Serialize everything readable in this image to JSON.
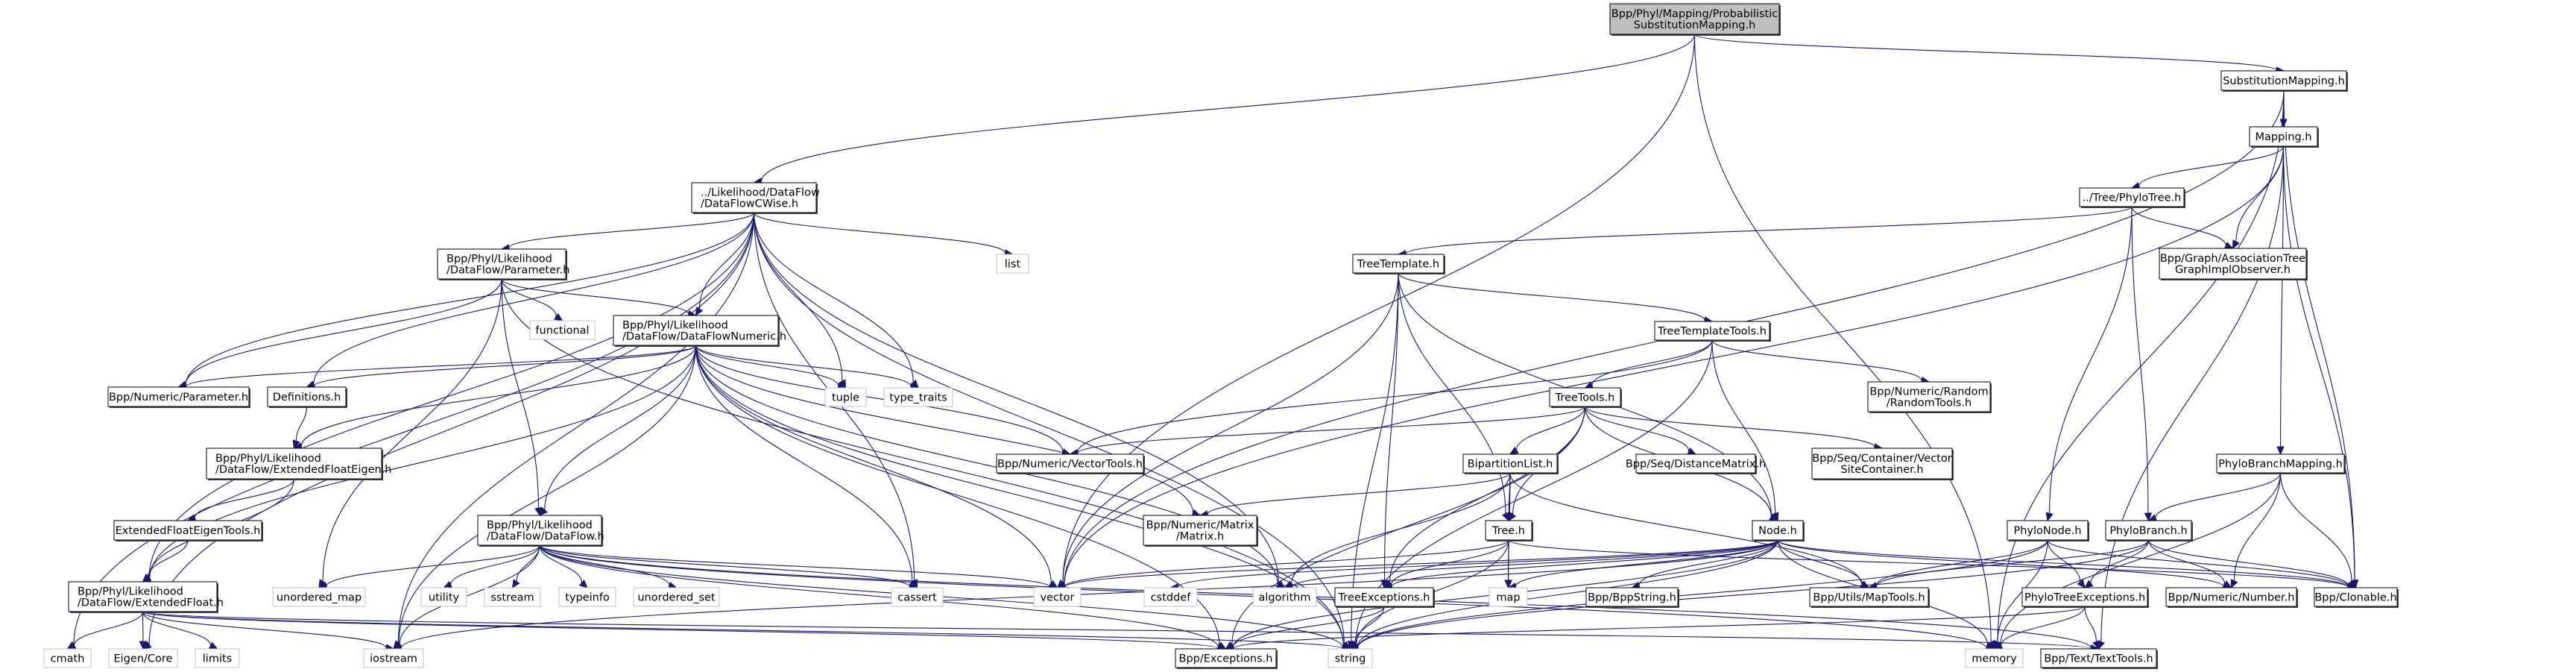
{
  "graph": {
    "title": "Include dependency graph for ProbabilisticSubstitutionMapping.h",
    "edge_color": "#191970",
    "focus_fill": "#bfbfbf",
    "system_border": "#bfbfbf",
    "nodes": [
      {
        "id": "psm",
        "lines": [
          "Bpp/Phyl/Mapping/Probabilistic",
          "SubstitutionMapping.h"
        ],
        "kind": "focus"
      },
      {
        "id": "dfcwise",
        "lines": [
          "../Likelihood/DataFlow",
          "/DataFlowCWise.h"
        ],
        "kind": "local"
      },
      {
        "id": "submap",
        "lines": [
          "SubstitutionMapping.h"
        ],
        "kind": "local"
      },
      {
        "id": "mapping",
        "lines": [
          "Mapping.h"
        ],
        "kind": "local"
      },
      {
        "id": "phylotree",
        "lines": [
          "../Tree/PhyloTree.h"
        ],
        "kind": "local"
      },
      {
        "id": "assoc",
        "lines": [
          "Bpp/Graph/AssociationTree",
          "GraphImplObserver.h"
        ],
        "kind": "local"
      },
      {
        "id": "treetemplate",
        "lines": [
          "TreeTemplate.h"
        ],
        "kind": "local"
      },
      {
        "id": "ttt",
        "lines": [
          "TreeTemplateTools.h"
        ],
        "kind": "local"
      },
      {
        "id": "random",
        "lines": [
          "Bpp/Numeric/Random",
          "/RandomTools.h"
        ],
        "kind": "local"
      },
      {
        "id": "treetools",
        "lines": [
          "TreeTools.h"
        ],
        "kind": "local"
      },
      {
        "id": "bipart",
        "lines": [
          "BipartitionList.h"
        ],
        "kind": "local"
      },
      {
        "id": "distmat",
        "lines": [
          "Bpp/Seq/DistanceMatrix.h"
        ],
        "kind": "local"
      },
      {
        "id": "vsc",
        "lines": [
          "Bpp/Seq/Container/Vector",
          "SiteContainer.h"
        ],
        "kind": "local"
      },
      {
        "id": "phylobm",
        "lines": [
          "PhyloBranchMapping.h"
        ],
        "kind": "local"
      },
      {
        "id": "param_df",
        "lines": [
          "Bpp/Phyl/Likelihood",
          "/DataFlow/Parameter.h"
        ],
        "kind": "local"
      },
      {
        "id": "list",
        "lines": [
          "list"
        ],
        "kind": "system"
      },
      {
        "id": "functional",
        "lines": [
          "functional"
        ],
        "kind": "system"
      },
      {
        "id": "dfnum",
        "lines": [
          "Bpp/Phyl/Likelihood",
          "/DataFlow/DataFlowNumeric.h"
        ],
        "kind": "local"
      },
      {
        "id": "param_num",
        "lines": [
          "Bpp/Numeric/Parameter.h"
        ],
        "kind": "local"
      },
      {
        "id": "defs",
        "lines": [
          "Definitions.h"
        ],
        "kind": "local"
      },
      {
        "id": "tuple",
        "lines": [
          "tuple"
        ],
        "kind": "system"
      },
      {
        "id": "type_traits",
        "lines": [
          "type_traits"
        ],
        "kind": "system"
      },
      {
        "id": "vectortools",
        "lines": [
          "Bpp/Numeric/VectorTools.h"
        ],
        "kind": "local"
      },
      {
        "id": "efe",
        "lines": [
          "Bpp/Phyl/Likelihood",
          "/DataFlow/ExtendedFloatEigen.h"
        ],
        "kind": "local"
      },
      {
        "id": "efet",
        "lines": [
          "ExtendedFloatEigenTools.h"
        ],
        "kind": "local"
      },
      {
        "id": "dataflow",
        "lines": [
          "Bpp/Phyl/Likelihood",
          "/DataFlow/DataFlow.h"
        ],
        "kind": "local"
      },
      {
        "id": "matrix",
        "lines": [
          "Bpp/Numeric/Matrix",
          "/Matrix.h"
        ],
        "kind": "local"
      },
      {
        "id": "tree",
        "lines": [
          "Tree.h"
        ],
        "kind": "local"
      },
      {
        "id": "node",
        "lines": [
          "Node.h"
        ],
        "kind": "local"
      },
      {
        "id": "phylonode",
        "lines": [
          "PhyloNode.h"
        ],
        "kind": "local"
      },
      {
        "id": "phylobranch",
        "lines": [
          "PhyloBranch.h"
        ],
        "kind": "local"
      },
      {
        "id": "ef",
        "lines": [
          "Bpp/Phyl/Likelihood",
          "/DataFlow/ExtendedFloat.h"
        ],
        "kind": "local"
      },
      {
        "id": "unordered_map",
        "lines": [
          "unordered_map"
        ],
        "kind": "system"
      },
      {
        "id": "utility",
        "lines": [
          "utility"
        ],
        "kind": "system"
      },
      {
        "id": "sstream",
        "lines": [
          "sstream"
        ],
        "kind": "system"
      },
      {
        "id": "typeinfo",
        "lines": [
          "typeinfo"
        ],
        "kind": "system"
      },
      {
        "id": "unordered_set",
        "lines": [
          "unordered_set"
        ],
        "kind": "system"
      },
      {
        "id": "cassert",
        "lines": [
          "cassert"
        ],
        "kind": "system"
      },
      {
        "id": "vector",
        "lines": [
          "vector"
        ],
        "kind": "system"
      },
      {
        "id": "cstddef",
        "lines": [
          "cstddef"
        ],
        "kind": "system"
      },
      {
        "id": "algorithm",
        "lines": [
          "algorithm"
        ],
        "kind": "system"
      },
      {
        "id": "treeexc",
        "lines": [
          "TreeExceptions.h"
        ],
        "kind": "local"
      },
      {
        "id": "map",
        "lines": [
          "map"
        ],
        "kind": "system"
      },
      {
        "id": "bppstring",
        "lines": [
          "Bpp/BppString.h"
        ],
        "kind": "local"
      },
      {
        "id": "maptools",
        "lines": [
          "Bpp/Utils/MapTools.h"
        ],
        "kind": "local"
      },
      {
        "id": "pte",
        "lines": [
          "PhyloTreeExceptions.h"
        ],
        "kind": "local"
      },
      {
        "id": "number",
        "lines": [
          "Bpp/Numeric/Number.h"
        ],
        "kind": "local"
      },
      {
        "id": "clonable",
        "lines": [
          "Bpp/Clonable.h"
        ],
        "kind": "local"
      },
      {
        "id": "cmath",
        "lines": [
          "cmath"
        ],
        "kind": "system"
      },
      {
        "id": "eigencore",
        "lines": [
          "Eigen/Core"
        ],
        "kind": "system"
      },
      {
        "id": "limits",
        "lines": [
          "limits"
        ],
        "kind": "system"
      },
      {
        "id": "iostream",
        "lines": [
          "iostream"
        ],
        "kind": "system"
      },
      {
        "id": "exceptions",
        "lines": [
          "Bpp/Exceptions.h"
        ],
        "kind": "local"
      },
      {
        "id": "string",
        "lines": [
          "string"
        ],
        "kind": "system"
      },
      {
        "id": "memory",
        "lines": [
          "memory"
        ],
        "kind": "system"
      },
      {
        "id": "texttools",
        "lines": [
          "Bpp/Text/TextTools.h"
        ],
        "kind": "local"
      }
    ],
    "edges": [
      [
        "psm",
        "dfcwise"
      ],
      [
        "psm",
        "submap"
      ],
      [
        "psm",
        "vector"
      ],
      [
        "psm",
        "memory"
      ],
      [
        "submap",
        "mapping"
      ],
      [
        "submap",
        "clonable"
      ],
      [
        "submap",
        "memory"
      ],
      [
        "submap",
        "vector"
      ],
      [
        "mapping",
        "phylotree"
      ],
      [
        "mapping",
        "assoc"
      ],
      [
        "mapping",
        "phylobm"
      ],
      [
        "mapping",
        "clonable"
      ],
      [
        "mapping",
        "texttools"
      ],
      [
        "mapping",
        "vector"
      ],
      [
        "phylotree",
        "treetemplate"
      ],
      [
        "phylotree",
        "assoc"
      ],
      [
        "phylotree",
        "phylonode"
      ],
      [
        "phylotree",
        "phylobranch"
      ],
      [
        "treetemplate",
        "ttt"
      ],
      [
        "treetemplate",
        "tree"
      ],
      [
        "treetemplate",
        "treeexc"
      ],
      [
        "treetemplate",
        "node"
      ],
      [
        "treetemplate",
        "vector"
      ],
      [
        "treetemplate",
        "string"
      ],
      [
        "ttt",
        "treetools"
      ],
      [
        "ttt",
        "random"
      ],
      [
        "ttt",
        "vectortools"
      ],
      [
        "ttt",
        "node"
      ],
      [
        "ttt",
        "string"
      ],
      [
        "treetools",
        "bipart"
      ],
      [
        "treetools",
        "distmat"
      ],
      [
        "treetools",
        "vsc"
      ],
      [
        "treetools",
        "vectortools"
      ],
      [
        "treetools",
        "tree"
      ],
      [
        "treetools",
        "node"
      ],
      [
        "treetools",
        "treeexc"
      ],
      [
        "treetools",
        "exceptions"
      ],
      [
        "bipart",
        "tree"
      ],
      [
        "bipart",
        "matrix"
      ],
      [
        "bipart",
        "map"
      ],
      [
        "bipart",
        "maptools"
      ],
      [
        "bipart",
        "algorithm"
      ],
      [
        "tree",
        "map"
      ],
      [
        "tree",
        "string"
      ],
      [
        "tree",
        "vector"
      ],
      [
        "tree",
        "treeexc"
      ],
      [
        "tree",
        "clonable"
      ],
      [
        "node",
        "treeexc"
      ],
      [
        "node",
        "map"
      ],
      [
        "node",
        "bppstring"
      ],
      [
        "node",
        "maptools"
      ],
      [
        "node",
        "vector"
      ],
      [
        "node",
        "cstddef"
      ],
      [
        "node",
        "algorithm"
      ],
      [
        "node",
        "string"
      ],
      [
        "node",
        "iostream"
      ],
      [
        "node",
        "memory"
      ],
      [
        "node",
        "number"
      ],
      [
        "node",
        "clonable"
      ],
      [
        "node",
        "exceptions"
      ],
      [
        "treeexc",
        "exceptions"
      ],
      [
        "treeexc",
        "string"
      ],
      [
        "phylobm",
        "phylobranch"
      ],
      [
        "phylobm",
        "number"
      ],
      [
        "phylobm",
        "clonable"
      ],
      [
        "phylobm",
        "memory"
      ],
      [
        "phylonode",
        "pte"
      ],
      [
        "phylonode",
        "clonable"
      ],
      [
        "phylonode",
        "memory"
      ],
      [
        "phylonode",
        "maptools"
      ],
      [
        "phylonode",
        "string"
      ],
      [
        "phylobranch",
        "pte"
      ],
      [
        "phylobranch",
        "number"
      ],
      [
        "phylobranch",
        "clonable"
      ],
      [
        "phylobranch",
        "maptools"
      ],
      [
        "phylobranch",
        "string"
      ],
      [
        "pte",
        "memory"
      ],
      [
        "pte",
        "texttools"
      ],
      [
        "pte",
        "exceptions"
      ],
      [
        "dfcwise",
        "param_df"
      ],
      [
        "dfcwise",
        "dfnum"
      ],
      [
        "dfcwise",
        "list"
      ],
      [
        "dfcwise",
        "tuple"
      ],
      [
        "dfcwise",
        "type_traits"
      ],
      [
        "dfcwise",
        "param_num"
      ],
      [
        "dfcwise",
        "defs"
      ],
      [
        "dfcwise",
        "ef"
      ],
      [
        "dfcwise",
        "eigencore"
      ],
      [
        "dfcwise",
        "cmath"
      ],
      [
        "dfcwise",
        "iostream"
      ],
      [
        "dfcwise",
        "algorithm"
      ],
      [
        "dfcwise",
        "cassert"
      ],
      [
        "dfcwise",
        "string"
      ],
      [
        "param_df",
        "dfnum"
      ],
      [
        "param_df",
        "functional"
      ],
      [
        "param_df",
        "param_num"
      ],
      [
        "param_df",
        "dataflow"
      ],
      [
        "param_df",
        "unordered_map"
      ],
      [
        "param_df",
        "string"
      ],
      [
        "dfnum",
        "param_num"
      ],
      [
        "dfnum",
        "defs"
      ],
      [
        "dfnum",
        "efe"
      ],
      [
        "dfnum",
        "vectortools"
      ],
      [
        "dfnum",
        "tuple"
      ],
      [
        "dfnum",
        "type_traits"
      ],
      [
        "dfnum",
        "matrix"
      ],
      [
        "dfnum",
        "dataflow"
      ],
      [
        "dfnum",
        "ef"
      ],
      [
        "dfnum",
        "cassert"
      ],
      [
        "dfnum",
        "vector"
      ],
      [
        "dfnum",
        "algorithm"
      ],
      [
        "dfnum",
        "string"
      ],
      [
        "dfnum",
        "exceptions"
      ],
      [
        "dfnum",
        "iostream"
      ],
      [
        "defs",
        "efe"
      ],
      [
        "efe",
        "efet"
      ],
      [
        "efe",
        "ef"
      ],
      [
        "efet",
        "ef"
      ],
      [
        "dataflow",
        "unordered_map"
      ],
      [
        "dataflow",
        "utility"
      ],
      [
        "dataflow",
        "sstream"
      ],
      [
        "dataflow",
        "typeinfo"
      ],
      [
        "dataflow",
        "unordered_set"
      ],
      [
        "dataflow",
        "cassert"
      ],
      [
        "dataflow",
        "iostream"
      ],
      [
        "dataflow",
        "vector"
      ],
      [
        "dataflow",
        "string"
      ],
      [
        "dataflow",
        "exceptions"
      ],
      [
        "dataflow",
        "memory"
      ],
      [
        "dataflow",
        "texttools"
      ],
      [
        "ef",
        "cmath"
      ],
      [
        "ef",
        "eigencore"
      ],
      [
        "ef",
        "limits"
      ],
      [
        "ef",
        "iostream"
      ],
      [
        "ef",
        "string"
      ],
      [
        "ef",
        "exceptions"
      ],
      [
        "ef",
        "texttools"
      ]
    ]
  }
}
